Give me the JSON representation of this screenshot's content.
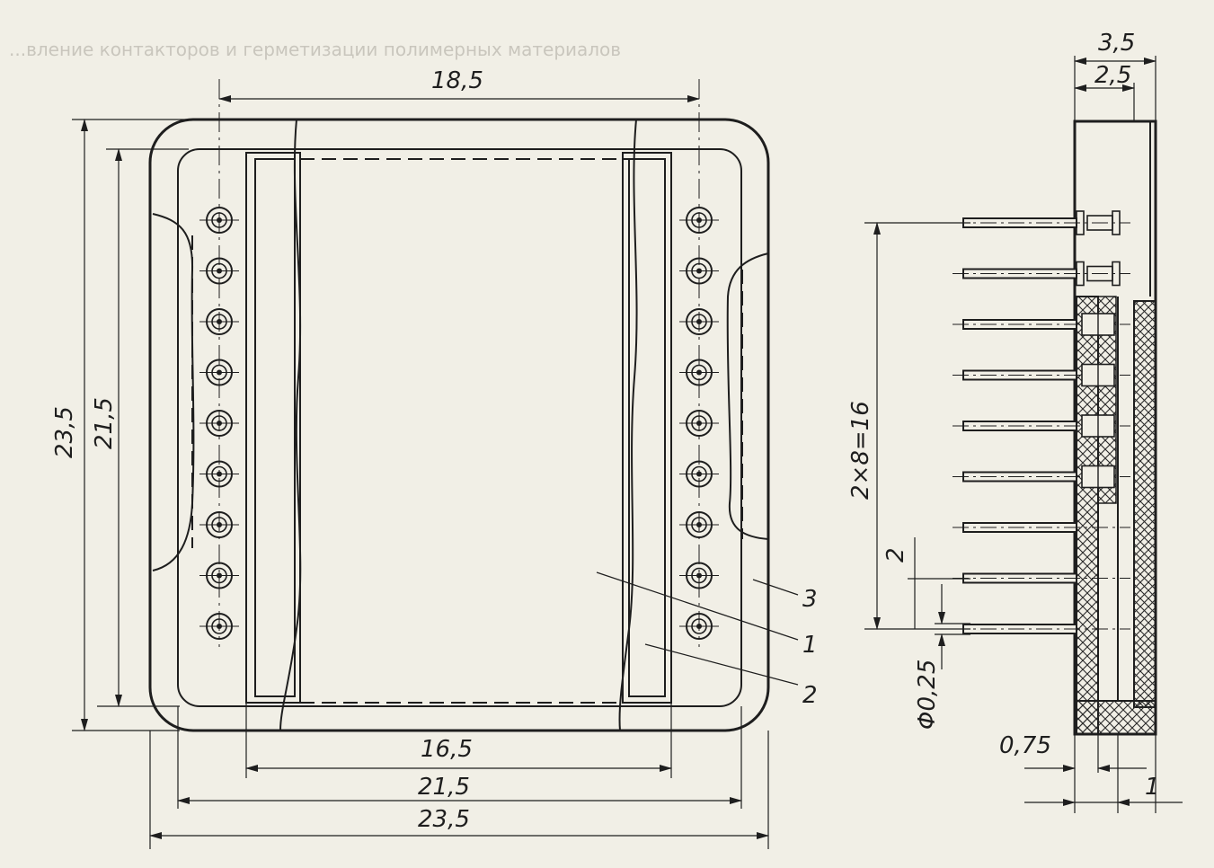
{
  "background_text": "...вление контакторов и герметизации полимерных материалов",
  "dimensions": {
    "width_pin_rows": "18,5",
    "height_outer": "23,5",
    "height_inner": "21,5",
    "inner_frame_width": "16,5",
    "mid_width": "21,5",
    "outer_width": "23,5",
    "thickness_total": "3,5",
    "thickness_body": "2,5",
    "pin_span": "2×8=16",
    "pin_pitch": "2",
    "pin_diameter": "Φ0,25",
    "lead_offset": "0,75",
    "back_layer": "1"
  },
  "callouts": [
    "3",
    "1",
    "2"
  ],
  "pins_per_row": 9,
  "side_pin_count": 9,
  "colors": {
    "ink": "#1e1e1e",
    "paper": "#f1efe6",
    "hatch": "#2a2a2a"
  }
}
